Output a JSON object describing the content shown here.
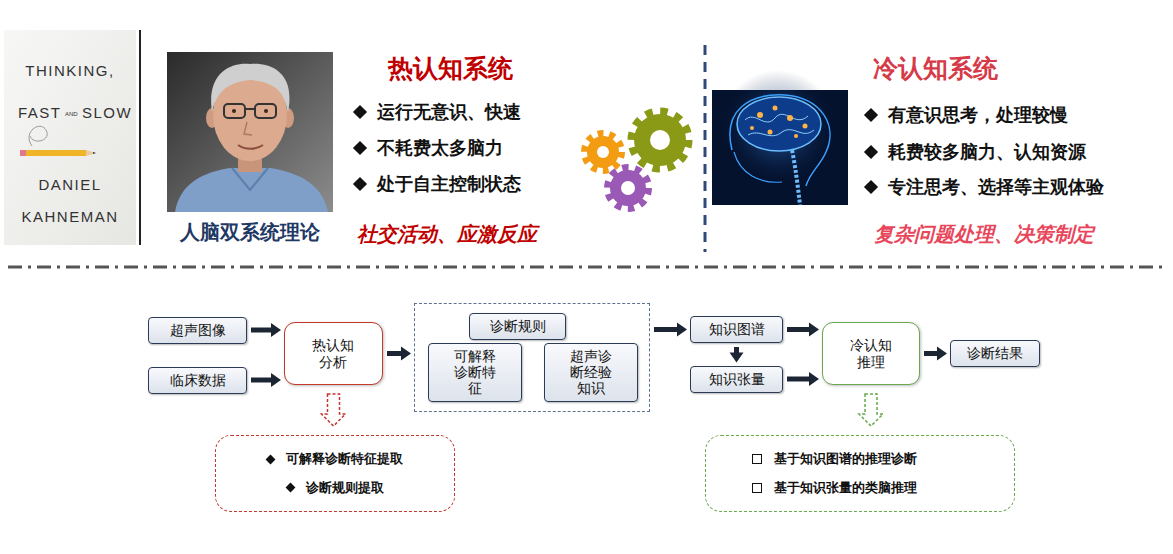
{
  "diagram": {
    "nodes": [
      {
        "text": [
          "超声图像"
        ]
      },
      {
        "text": [
          "临床数据"
        ]
      },
      {
        "text": [
          "热认知分析"
        ]
      },
      {
        "text": []
      },
      {
        "text": [
          "诊断规则"
        ],
        "in": 3
      },
      {
        "text": [
          "可解释诊断特征"
        ],
        "in": 3
      },
      {
        "text": [
          "超声诊断经验知识"
        ],
        "in": 3
      },
      {
        "text": [
          "知识图谱"
        ]
      },
      {
        "text": [
          "知识张量"
        ]
      },
      {
        "text": [
          "冷认知推理"
        ]
      },
      {
        "text": [
          "诊断结果"
        ]
      },
      {
        "text": [
          "可解释诊断特征提取",
          "诊断规则提取"
        ]
      },
      {
        "text": [
          "基于知识图谱的推理诊断",
          "基于知识张量的类脑推理"
        ]
      }
    ],
    "edges": [
      {
        "from": 0,
        "to": 2,
        "arrow": "to"
      },
      {
        "from": 1,
        "to": 2,
        "arrow": "to"
      },
      {
        "from": 2,
        "to": 3,
        "arrow": "to"
      },
      {
        "from": 3,
        "to": 7,
        "arrow": "to"
      },
      {
        "from": 7,
        "to": 8,
        "arrow": "to"
      },
      {
        "from": 7,
        "to": 9,
        "arrow": "to"
      },
      {
        "from": 8,
        "to": 9,
        "arrow": "to"
      },
      {
        "from": 9,
        "to": 10,
        "arrow": "to"
      },
      {
        "from": 2,
        "to": 11,
        "arrow": "to"
      },
      {
        "from": 9,
        "to": 12,
        "arrow": "to"
      }
    ],
    "labels": [
      "THINKING,",
      "FAST",
      "AND",
      "SLOW",
      "DANIEL",
      "KAHNEMAN",
      "人脑双系统理论",
      "热认知系统",
      "运行无意识、快速",
      "不耗费太多脑力",
      "处于自主控制状态",
      "社交活动、应激反应",
      "冷认知系统",
      "有意识思考，处理较慢",
      "耗费较多脑力、认知资源",
      "专注思考、选择等主观体验",
      "复杂问题处理、决策制定"
    ]
  }
}
